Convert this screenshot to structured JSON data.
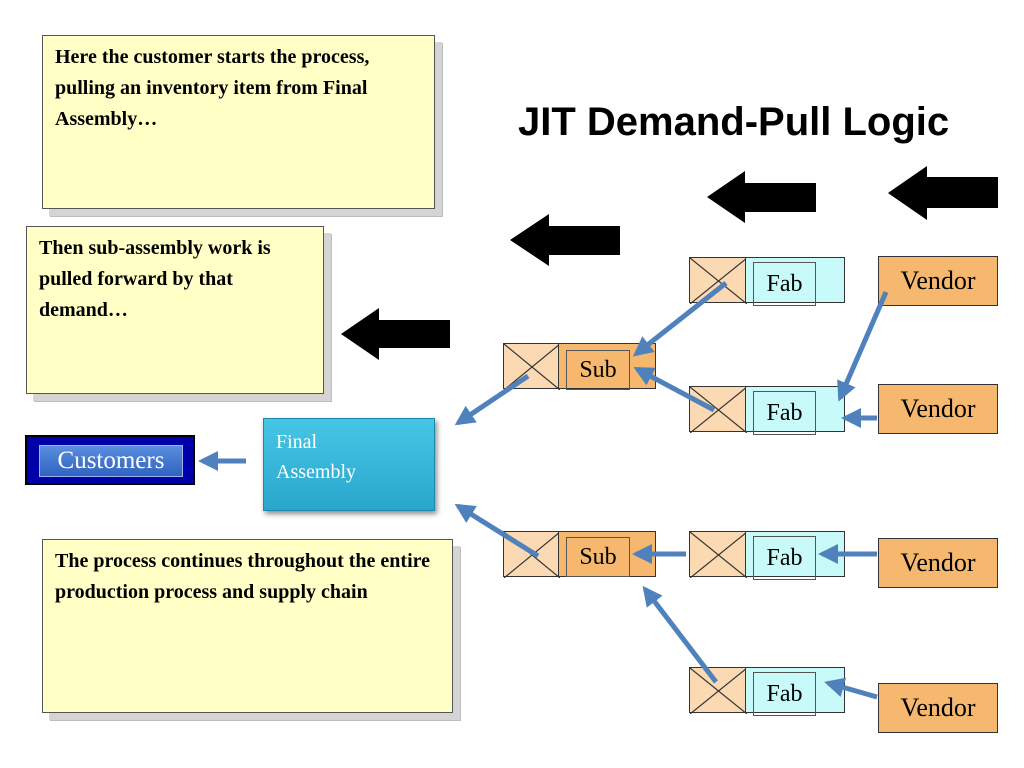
{
  "slide": {
    "title": "JIT Demand-Pull Logic",
    "notes": [
      "Here the customer starts the process, pulling an inventory item from Final Assembly…",
      "Then sub-assembly work is pulled forward by that demand…",
      "The process continues throughout the entire production process and supply chain"
    ]
  },
  "nodes": {
    "customers": "Customers",
    "final_line1": "Final",
    "final_line2": "Assembly",
    "sub_top": "Sub",
    "sub_bottom": "Sub",
    "fab_1": "Fab",
    "fab_2": "Fab",
    "fab_3": "Fab",
    "fab_4": "Fab",
    "vendor_1": "Vendor",
    "vendor_2": "Vendor",
    "vendor_3": "Vendor",
    "vendor_4": "Vendor"
  },
  "colors": {
    "note_bg": "#ffffc6",
    "node_orange": "#f5b86e",
    "node_cyan": "#c8fafa",
    "final_assembly": "#2aa6cc",
    "customers": "#0000aa",
    "flow_arrow": "#4f81bd",
    "pull_arrow": "#000000"
  }
}
